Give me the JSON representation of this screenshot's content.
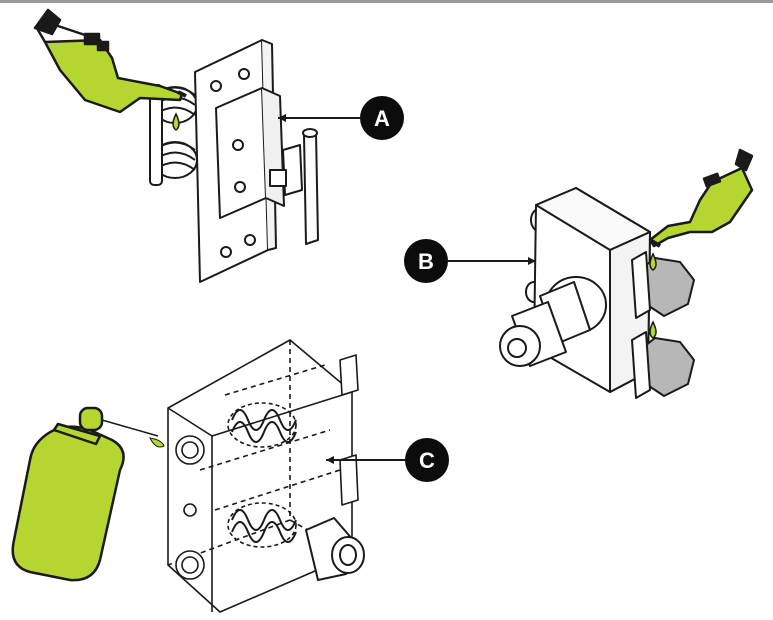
{
  "callouts": [
    {
      "id": "a",
      "text": "A"
    },
    {
      "id": "b",
      "text": "B"
    },
    {
      "id": "c",
      "text": "C"
    }
  ],
  "colors": {
    "oil": "#b5d631",
    "ink": "#1a1a1a",
    "metal": "#ffffff",
    "bolt": "#b7b7b7",
    "callout": "#0c0c0c"
  }
}
